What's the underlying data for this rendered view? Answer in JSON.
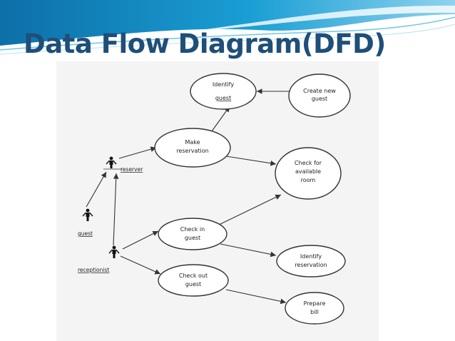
{
  "slide": {
    "title": "Data Flow Diagram(DFD)",
    "colors": {
      "title": "#1f4e79",
      "header_band": "#1a9ed4",
      "panel": "#f4f4f4"
    }
  },
  "diagram": {
    "actors": {
      "reserver": "reserver",
      "guest": "guest",
      "receptionist": "receptionist"
    },
    "processes": {
      "identify_guest": [
        "Identify",
        "guest"
      ],
      "create_new_guest": [
        "Create new",
        "guest"
      ],
      "make_reservation": [
        "Make",
        "reservation"
      ],
      "check_available_room": [
        "Check for",
        "available",
        "room"
      ],
      "check_in_guest": [
        "Check in",
        "guest"
      ],
      "identify_reservation": [
        "Identify",
        "reservation"
      ],
      "check_out_guest": [
        "Check out",
        "guest"
      ],
      "prepare_bill": [
        "Prepare",
        "bill"
      ]
    },
    "flows": [
      [
        "guest",
        "reserver"
      ],
      [
        "receptionist",
        "reserver"
      ],
      [
        "reserver",
        "make_reservation"
      ],
      [
        "make_reservation",
        "identify_guest"
      ],
      [
        "create_new_guest",
        "identify_guest"
      ],
      [
        "make_reservation",
        "check_available_room"
      ],
      [
        "receptionist",
        "check_in_guest"
      ],
      [
        "check_in_guest",
        "check_available_room"
      ],
      [
        "check_in_guest",
        "identify_reservation"
      ],
      [
        "receptionist",
        "check_out_guest"
      ],
      [
        "check_out_guest",
        "prepare_bill"
      ]
    ]
  }
}
